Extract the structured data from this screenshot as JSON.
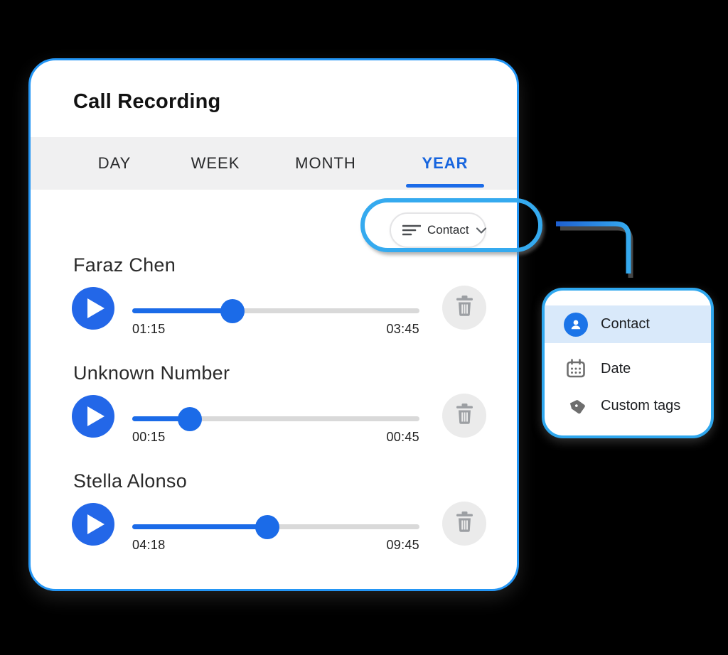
{
  "app": {
    "title": "Call Recording"
  },
  "tabs": [
    {
      "label": "DAY",
      "active": false
    },
    {
      "label": "WEEK",
      "active": false
    },
    {
      "label": "MONTH",
      "active": false
    },
    {
      "label": "YEAR",
      "active": true
    }
  ],
  "filter_button": {
    "label": "Contact",
    "icon": "filter-lines-icon",
    "chevron": "chevron-down-icon"
  },
  "recordings": [
    {
      "name": "Faraz Chen",
      "current_time": "01:15",
      "total_time": "03:45",
      "progress_pct": 35
    },
    {
      "name": "Unknown Number",
      "current_time": "00:15",
      "total_time": "00:45",
      "progress_pct": 20
    },
    {
      "name": "Stella Alonso",
      "current_time": "04:18",
      "total_time": "09:45",
      "progress_pct": 47
    }
  ],
  "filter_menu": {
    "items": [
      {
        "label": "Contact",
        "icon": "contact-icon",
        "selected": true
      },
      {
        "label": "Date",
        "icon": "calendar-icon",
        "selected": false
      },
      {
        "label": "Custom tags",
        "icon": "tag-icon",
        "selected": false
      }
    ]
  },
  "colors": {
    "card_border": "#2496F5",
    "accent_blue": "#1B6BE8",
    "active_tab_blue": "#1765DE",
    "highlight_ring_blue": "#35AAEF",
    "menu_selected_bg": "#D9E9FA",
    "tabbar_bg": "#F0F0F1",
    "track_gray": "#D9D9D9",
    "delete_circle_bg": "#EBEBEB",
    "icon_gray": "#6E6E6E"
  }
}
